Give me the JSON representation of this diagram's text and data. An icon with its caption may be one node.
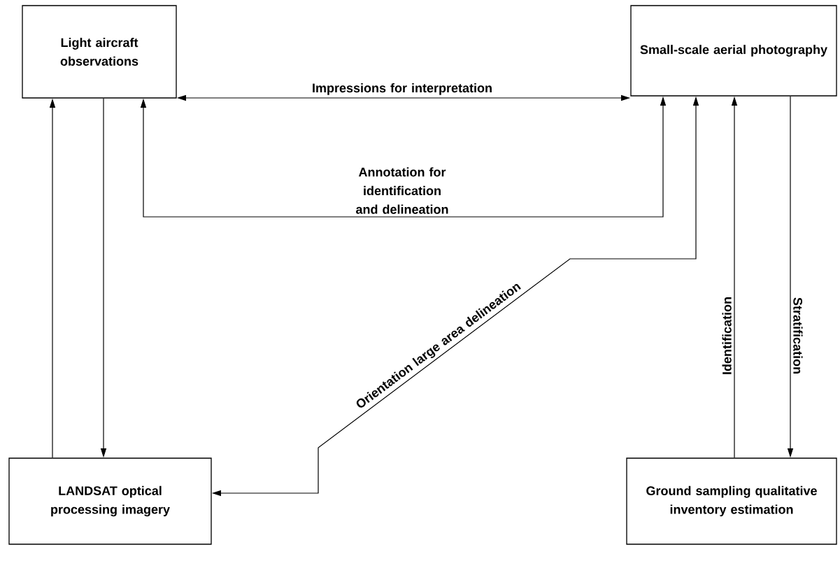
{
  "diagram": {
    "nodes": [
      {
        "text": [
          "Light aircraft observations"
        ]
      },
      {
        "text": [
          "Small-scale aerial photography"
        ]
      },
      {
        "text": [
          "LANDSAT optical processing imagery"
        ]
      },
      {
        "text": [
          "Ground sampling qualitative inventory estimation"
        ]
      }
    ],
    "edges": [
      {
        "from": 0,
        "to": 1,
        "arrow": "both",
        "label": "Impressions for interpretation"
      },
      {
        "from": 0,
        "to": 1,
        "arrow": "both",
        "label": "Annotation for identification and delineation"
      },
      {
        "from": 0,
        "to": 2,
        "arrow": "to"
      },
      {
        "from": 2,
        "to": 0,
        "arrow": "to"
      },
      {
        "from": 1,
        "to": 2,
        "arrow": "both",
        "label": "Orientation large area delineation"
      },
      {
        "from": 3,
        "to": 1,
        "arrow": "to",
        "label": "Identification"
      },
      {
        "from": 1,
        "to": 3,
        "arrow": "to",
        "label": "Stratification"
      }
    ]
  }
}
